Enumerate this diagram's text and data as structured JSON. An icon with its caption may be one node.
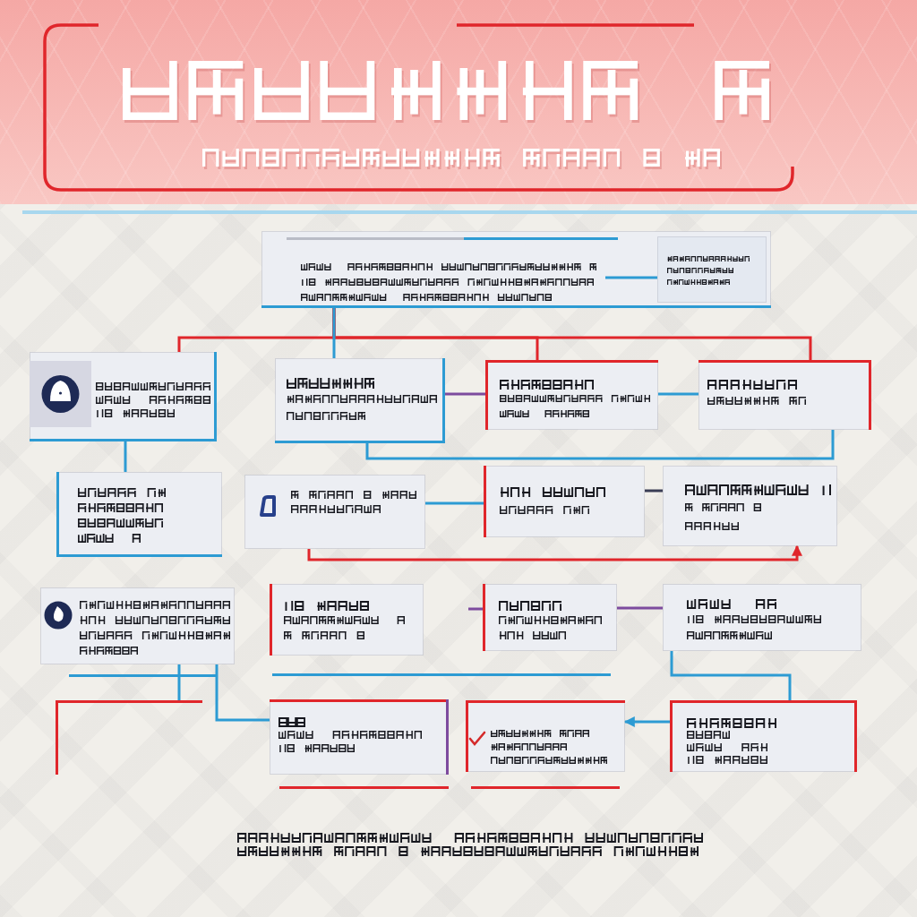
{
  "diagram": {
    "nodes": [
      {
        "text": [],
        "shape": "box"
      },
      {
        "text": [],
        "shape": "box",
        "in": 0
      },
      {
        "text": [],
        "shape": "box"
      },
      {
        "text": [],
        "shape": "box"
      },
      {
        "text": [],
        "shape": "box"
      },
      {
        "text": [],
        "shape": "box"
      },
      {
        "text": [],
        "shape": "box"
      },
      {
        "text": [],
        "shape": "box"
      },
      {
        "text": [],
        "shape": "box"
      },
      {
        "text": [],
        "shape": "box"
      },
      {
        "text": [],
        "shape": "box"
      },
      {
        "text": [],
        "shape": "box"
      },
      {
        "text": [],
        "shape": "box"
      },
      {
        "text": [],
        "shape": "box"
      },
      {
        "text": [],
        "shape": "box"
      },
      {
        "text": [],
        "shape": "box"
      },
      {
        "text": [],
        "shape": "box"
      },
      {
        "text": [],
        "shape": "box"
      },
      {
        "text": [],
        "shape": "picture"
      }
    ],
    "edges": [
      {
        "from": 0,
        "to": 2,
        "arrow": "none",
        "color": "#e0262b"
      },
      {
        "from": 0,
        "to": 4,
        "arrow": "none",
        "color": "#e0262b"
      },
      {
        "from": 0,
        "to": 5,
        "arrow": "none",
        "color": "#e0262b"
      },
      {
        "from": 0,
        "to": 3,
        "arrow": "none"
      },
      {
        "from": 2,
        "to": 6,
        "arrow": "none"
      },
      {
        "from": 3,
        "to": 4,
        "arrow": "none",
        "color": "#7d4b9e"
      },
      {
        "from": 4,
        "to": 5,
        "arrow": "none"
      },
      {
        "from": 3,
        "to": 5,
        "arrow": "none"
      },
      {
        "from": 7,
        "to": 8,
        "arrow": "none"
      },
      {
        "from": 8,
        "to": 9,
        "arrow": "none",
        "color": "#3a3d55"
      },
      {
        "from": 7,
        "to": 9,
        "arrow": "to",
        "color": "#e0262b"
      },
      {
        "from": null,
        "to": 12,
        "arrow": "none",
        "color": "#7d4b9e"
      },
      {
        "from": 12,
        "to": 13,
        "arrow": "none",
        "color": "#7d4b9e"
      },
      {
        "from": 10,
        "to": 14,
        "arrow": "none"
      },
      {
        "from": 10,
        "to": 15,
        "arrow": "none"
      },
      {
        "from": 13,
        "to": 17,
        "arrow": "none"
      },
      {
        "from": 17,
        "to": 16,
        "arrow": "to"
      },
      {
        "from": null,
        "to": 1,
        "arrow": "none"
      }
    ]
  }
}
